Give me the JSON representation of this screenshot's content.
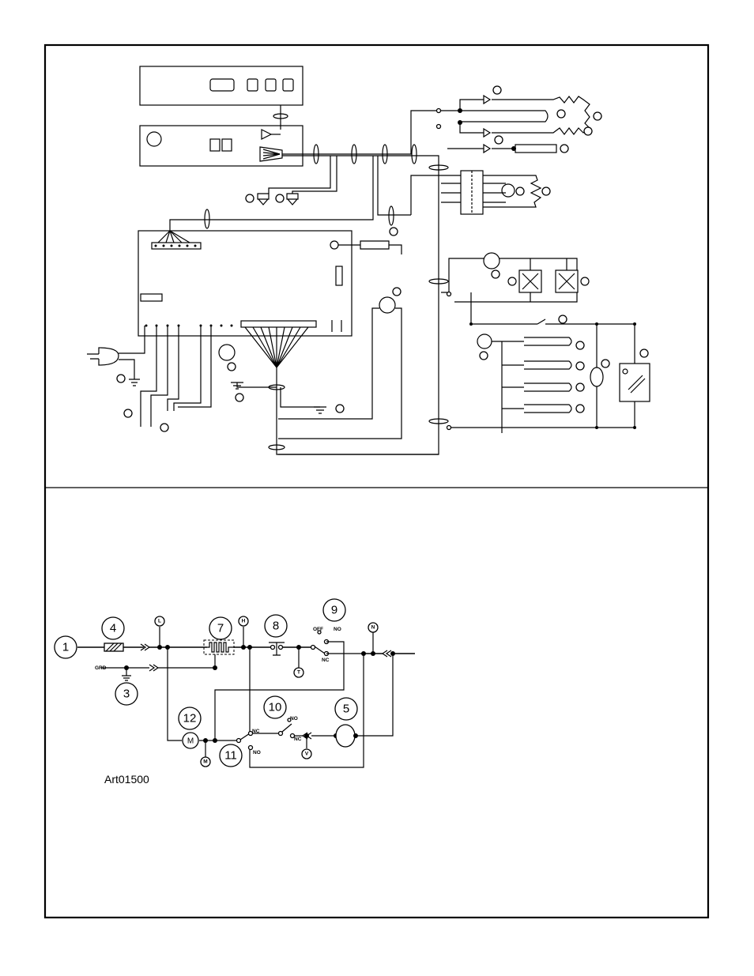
{
  "art_id": "Art01500",
  "callouts": {
    "c1": "1",
    "c3": "3",
    "c4": "4",
    "c5": "5",
    "c7": "7",
    "c8": "8",
    "c9": "9",
    "c10": "10",
    "c11": "11",
    "c12": "12"
  },
  "terminals": {
    "L": "L",
    "H": "H",
    "N": "N",
    "T": "T",
    "V": "V",
    "M": "M"
  },
  "labels": {
    "grd": "GRD",
    "off": "OFF",
    "no": "NO",
    "nc": "NC"
  }
}
